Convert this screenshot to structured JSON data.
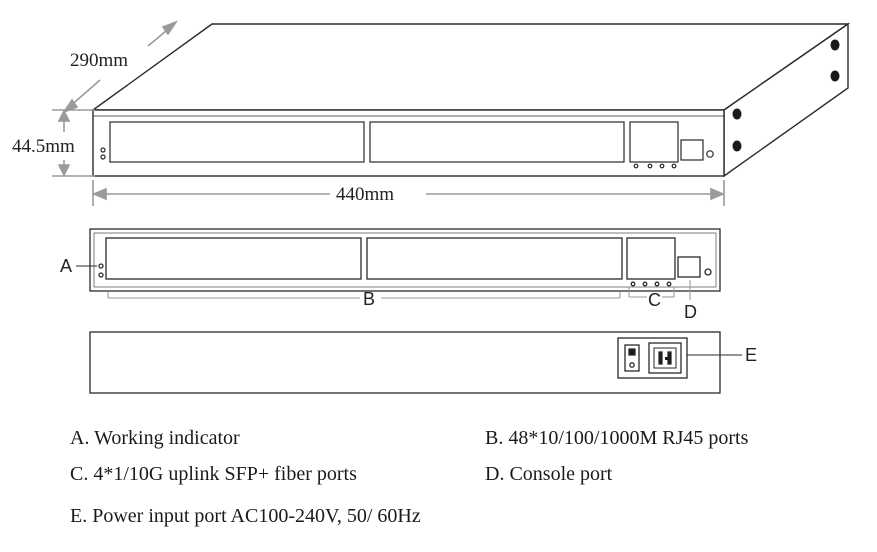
{
  "dimensions": {
    "depth": "290mm",
    "height": "44.5mm",
    "width": "440mm"
  },
  "callouts": {
    "a": "A",
    "b": "B",
    "c": "C",
    "d": "D",
    "e": "E"
  },
  "legend": {
    "a": "A. Working indicator",
    "b": "B. 48*10/100/1000M RJ45 ports",
    "c": "C. 4*1/10G uplink SFP+ fiber ports",
    "d": "D. Console port",
    "e": "E. Power input port AC100-240V, 50/ 60Hz"
  },
  "colors": {
    "line": "#2a2a2a",
    "dimension_line": "#9a9a9a"
  }
}
